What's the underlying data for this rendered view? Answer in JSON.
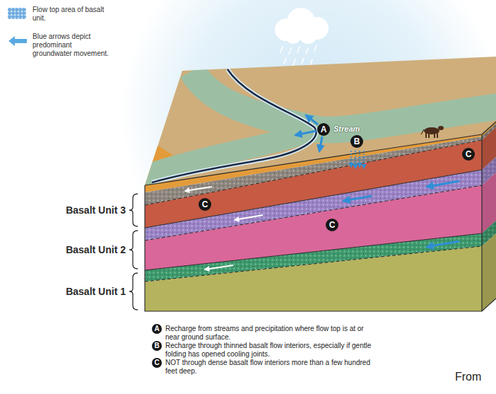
{
  "diagram": {
    "nodes": [
      {
        "text": [
          "A"
        ]
      },
      {
        "text": [
          "B"
        ]
      },
      {
        "text": [
          "C"
        ]
      },
      {
        "text": [
          "C"
        ]
      },
      {
        "text": [
          "C"
        ]
      },
      {
        "text": [
          "A"
        ]
      },
      {
        "text": [
          "B"
        ]
      },
      {
        "text": [
          "C"
        ]
      }
    ],
    "labels": [
      "Stream",
      "Basalt Unit 3",
      "Basalt Unit 2",
      "Basalt Unit 1",
      "Recharge from streams and precipitation where flow top is at or near ground surface.",
      "Recharge through thinned basalt flow interiors, especially if gentle folding has opened cooling joints.",
      "NOT through dense basalt flow interiors more than a few hundred feet deep.",
      "From"
    ],
    "legend": [
      {
        "text": "Flow top area of basalt unit."
      },
      {
        "text": "Blue arrows depict predominant groundwater movement."
      }
    ]
  }
}
